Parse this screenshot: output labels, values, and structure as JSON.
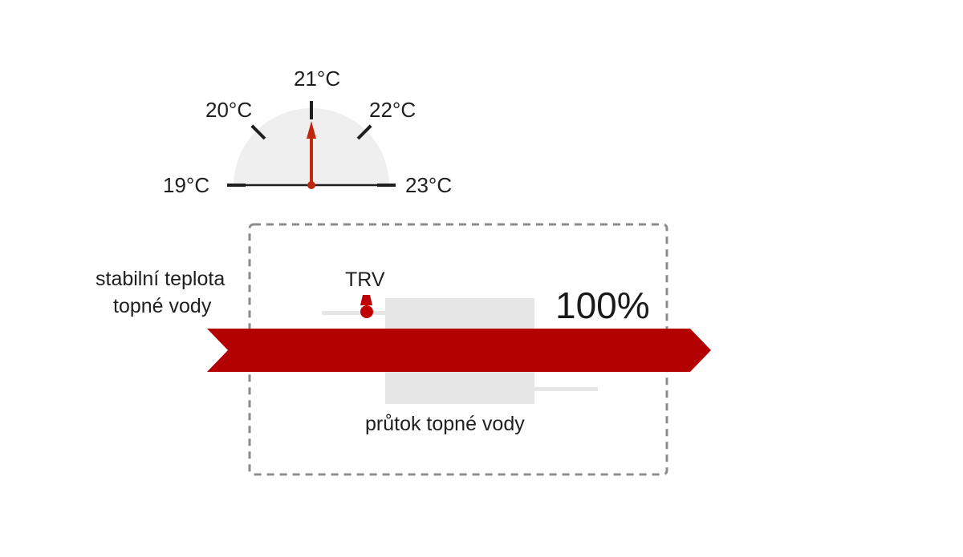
{
  "gauge": {
    "ticks": [
      {
        "label": "19°C",
        "value": 19
      },
      {
        "label": "20°C",
        "value": 20
      },
      {
        "label": "21°C",
        "value": 21
      },
      {
        "label": "22°C",
        "value": 22
      },
      {
        "label": "23°C",
        "value": 23
      }
    ],
    "current_value": 21,
    "needle_color": "#c0280e"
  },
  "labels": {
    "stable_temp_line1": "stabilní teplota",
    "stable_temp_line2": "topné vody",
    "trv": "TRV",
    "flow": "průtok topné vody",
    "flow_percent": "100%"
  },
  "colors": {
    "flow_arrow": "#b30000",
    "valve": "#c00000",
    "radiator": "#e6e6e6",
    "dashed_box": "#8c8c8c",
    "tick": "#1f1f1f"
  }
}
